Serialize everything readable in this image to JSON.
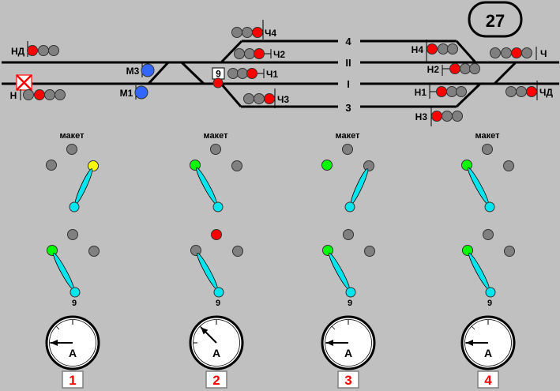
{
  "station_number": "27",
  "tracks": [
    {
      "id": "4",
      "label": "4"
    },
    {
      "id": "II",
      "label": "II"
    },
    {
      "id": "I",
      "label": "I"
    },
    {
      "id": "3",
      "label": "3"
    }
  ],
  "switch_label": "9",
  "signals": [
    {
      "id": "ND",
      "label": "НД",
      "lamps": [
        "#ff0000",
        "#808080",
        "#808080"
      ]
    },
    {
      "id": "N",
      "label": "Н",
      "lamps": [
        "#808080",
        "#ff0000",
        "#808080",
        "#808080"
      ]
    },
    {
      "id": "M3",
      "label": "М3",
      "lamps": [
        "#3366ff"
      ]
    },
    {
      "id": "M1",
      "label": "М1",
      "lamps": [
        "#3366ff"
      ]
    },
    {
      "id": "CH4",
      "label": "Ч4",
      "lamps": [
        "#808080",
        "#808080",
        "#ff0000"
      ]
    },
    {
      "id": "CH2",
      "label": "Ч2",
      "lamps": [
        "#808080",
        "#808080",
        "#ff0000"
      ]
    },
    {
      "id": "CH1",
      "label": "Ч1",
      "lamps": [
        "#808080",
        "#808080",
        "#ff0000"
      ]
    },
    {
      "id": "CH3",
      "label": "Ч3",
      "lamps": [
        "#808080",
        "#808080",
        "#ff0000"
      ]
    },
    {
      "id": "N4",
      "label": "Н4",
      "lamps": [
        "#ff0000",
        "#808080",
        "#808080"
      ]
    },
    {
      "id": "N2",
      "label": "Н2",
      "lamps": [
        "#ff0000",
        "#808080",
        "#808080"
      ]
    },
    {
      "id": "N1",
      "label": "Н1",
      "lamps": [
        "#ff0000",
        "#808080",
        "#808080"
      ]
    },
    {
      "id": "N3",
      "label": "Н3",
      "lamps": [
        "#ff0000",
        "#808080",
        "#808080"
      ]
    },
    {
      "id": "CH",
      "label": "Ч",
      "lamps": [
        "#808080",
        "#808080",
        "#ff0000",
        "#808080"
      ]
    },
    {
      "id": "CHD",
      "label": "ЧД",
      "lamps": [
        "#808080",
        "#808080",
        "#ff0000"
      ]
    }
  ],
  "switch_signal_color": "#ff0000",
  "panels": [
    {
      "title": "макет",
      "upper": {
        "lamps": [
          "#808080",
          "#808080",
          "#ffff00"
        ],
        "handle_to": 2
      },
      "lower": {
        "lamps": [
          "#808080",
          "#00ff00",
          "#808080"
        ],
        "handle_to": 1
      },
      "lower_label": "9",
      "gauge_unit": "A",
      "gauge_angle_deg": 180,
      "number": "1"
    },
    {
      "title": "макет",
      "upper": {
        "lamps": [
          "#808080",
          "#00ff00",
          "#808080"
        ],
        "handle_to": 1
      },
      "lower": {
        "lamps": [
          "#ff0000",
          "#808080",
          "#808080"
        ],
        "handle_to": 1
      },
      "lower_label": "9",
      "gauge_unit": "A",
      "gauge_angle_deg": 135,
      "number": "2"
    },
    {
      "title": "макет",
      "upper": {
        "lamps": [
          "#808080",
          "#00ff00",
          "#808080"
        ],
        "handle_to": 2
      },
      "lower": {
        "lamps": [
          "#808080",
          "#00ff00",
          "#808080"
        ],
        "handle_to": 1
      },
      "lower_label": "9",
      "gauge_unit": "A",
      "gauge_angle_deg": 180,
      "number": "3"
    },
    {
      "title": "макет",
      "upper": {
        "lamps": [
          "#808080",
          "#00ff00",
          "#808080"
        ],
        "handle_to": 1
      },
      "lower": {
        "lamps": [
          "#808080",
          "#00ff00",
          "#808080"
        ],
        "handle_to": 1
      },
      "lower_label": "9",
      "gauge_unit": "A",
      "gauge_angle_deg": 180,
      "number": "4"
    }
  ],
  "colors": {
    "background": "#c0c0c0",
    "handle": "#00e5ee",
    "number": "#ff0000"
  }
}
